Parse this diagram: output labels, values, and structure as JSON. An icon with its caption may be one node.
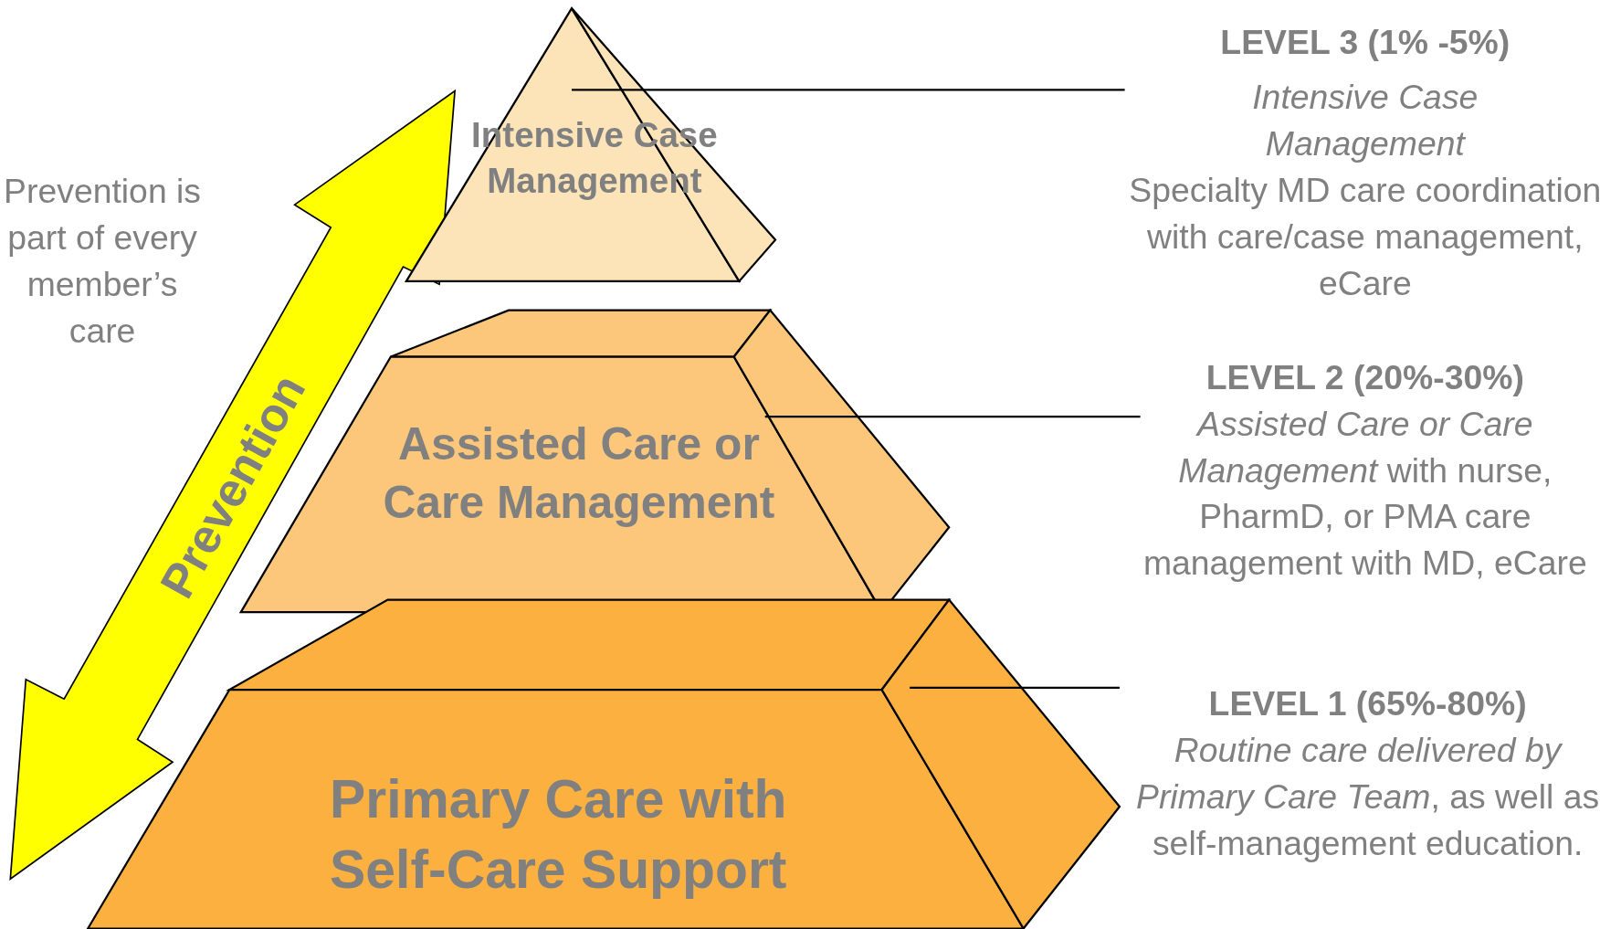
{
  "diagram": {
    "nodes": [
      {
        "text": [
          "Intensive Case Management"
        ]
      },
      {
        "text": [
          "Assisted Care or Care Management"
        ]
      },
      {
        "text": [
          "Primary Care with Self-Care Support"
        ]
      },
      {
        "text": [
          "LEVEL 3 (1% -5%)",
          "Intensive  Case Management",
          "Specialty MD care coordination with care/case management, eCare"
        ]
      },
      {
        "text": [
          "LEVEL 2 (20%-30%)",
          "*Assisted Care or Care Management* with nurse, PharmD, or PMA care management with MD, eCare"
        ]
      },
      {
        "text": [
          "LEVEL 1 (65%-80%)",
          "*Routine care delivered by Primary Care Team*, as well as self-management education."
        ]
      }
    ],
    "edges": [
      {
        "from": 3,
        "to": 0,
        "arrow": "none"
      },
      {
        "from": 4,
        "to": 1,
        "arrow": "none"
      },
      {
        "from": 5,
        "to": 2,
        "arrow": "none"
      }
    ],
    "labels": [
      "Prevention is part of every member’s care",
      "Prevention"
    ]
  }
}
